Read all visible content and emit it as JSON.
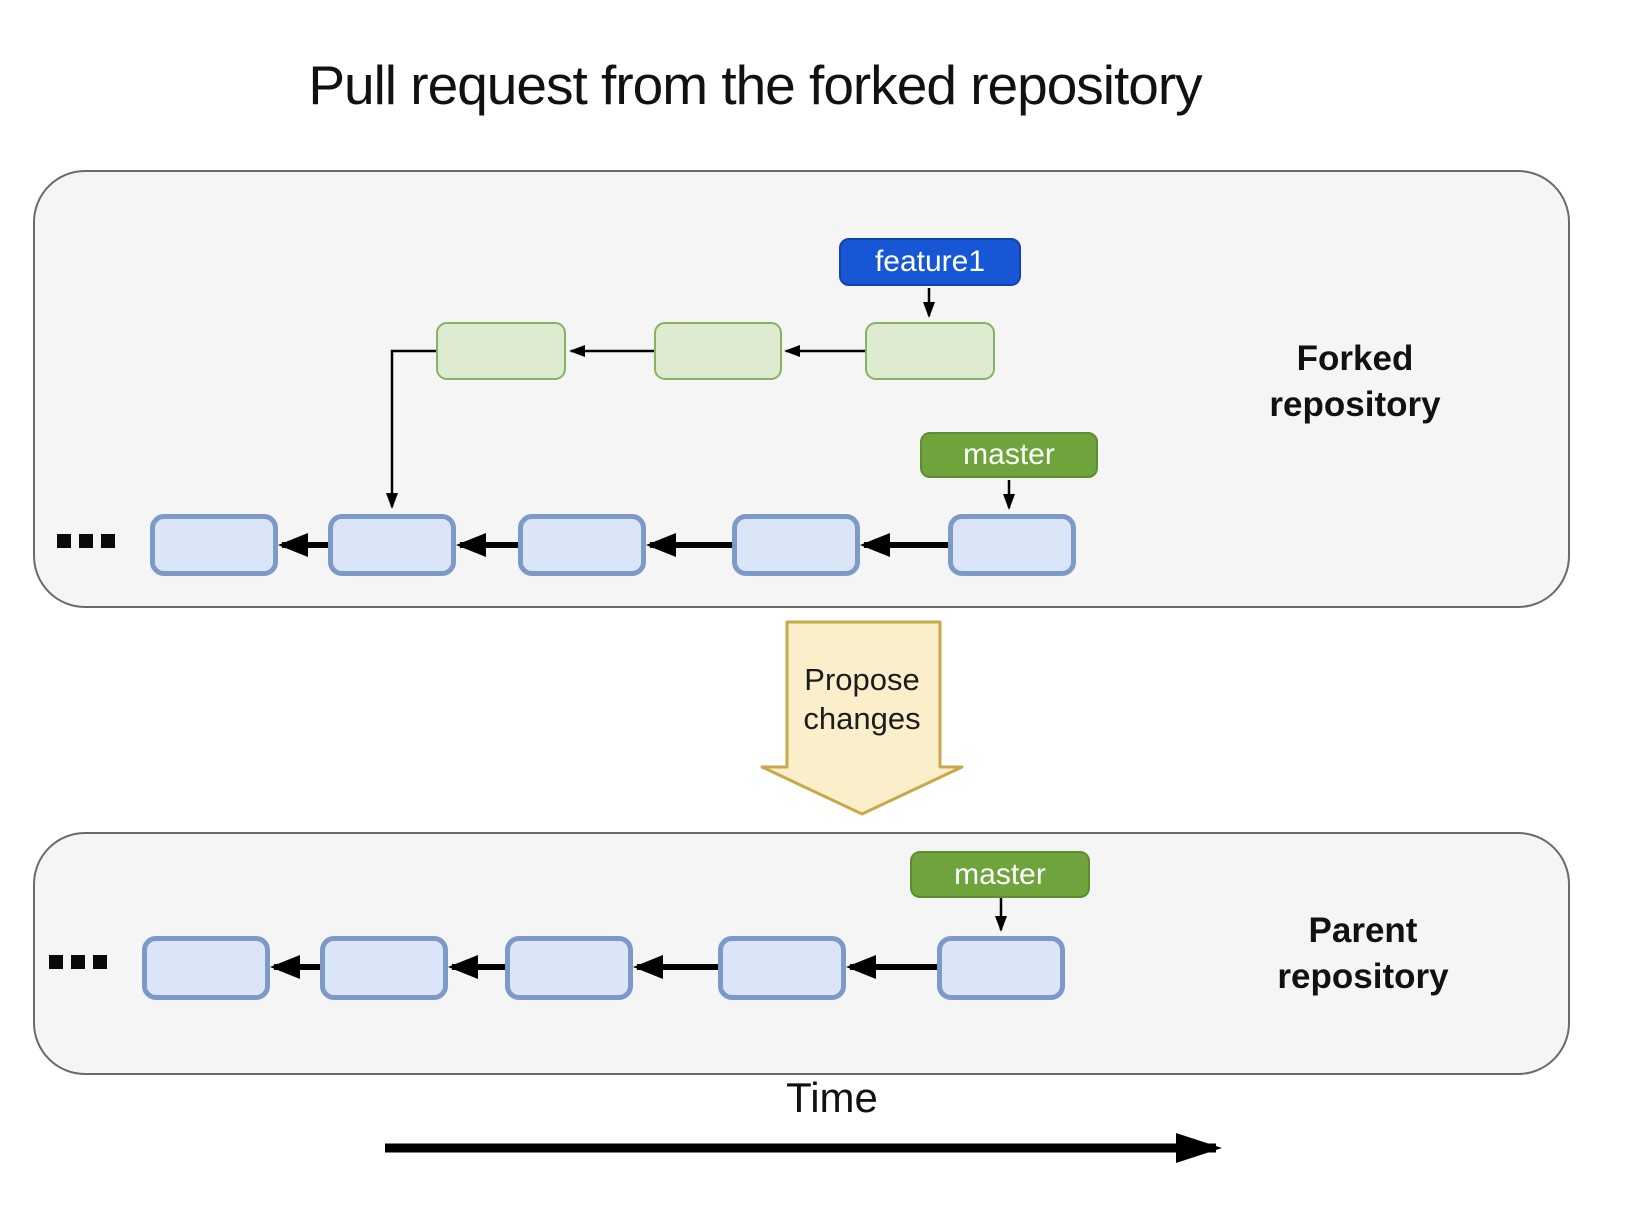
{
  "title": "Pull request from the forked repository",
  "colors": {
    "page_bg": "#ffffff",
    "container_fill": "#f5f5f5",
    "container_border": "#6a6a6a",
    "feature_label_fill": "#1757d6",
    "feature_label_border": "#1143ab",
    "feature_label_text": "#ffffff",
    "master_label_fill": "#6fa43c",
    "master_label_border": "#5d8c31",
    "master_label_text": "#ffffff",
    "feature_commit_fill": "#ddebd1",
    "feature_commit_border": "#86b361",
    "master_commit_fill": "#dbe5f8",
    "master_commit_border": "#7d99c7",
    "propose_fill": "#fbefcb",
    "propose_border": "#c7a94a",
    "arrow_color": "#000000",
    "text_color": "#111111"
  },
  "forked_repo": {
    "label": "Forked repository",
    "feature_branch": {
      "label": "feature1",
      "commits": 3
    },
    "master_branch": {
      "label": "master",
      "commits": 5,
      "ellipsis": "..."
    }
  },
  "propose": {
    "lines": [
      "Propose",
      "changes"
    ]
  },
  "parent_repo": {
    "label": "Parent repository",
    "master_branch": {
      "label": "master",
      "commits": 5,
      "ellipsis": "..."
    }
  },
  "timeline": {
    "label": "Time"
  }
}
